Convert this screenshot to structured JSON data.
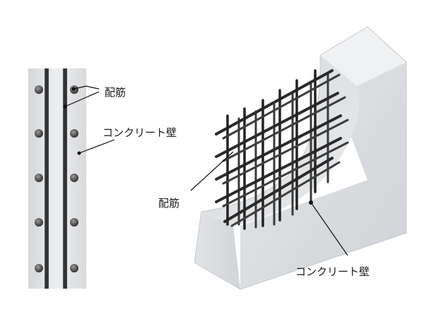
{
  "labels": {
    "rebar": "配筋",
    "concrete_wall": "コンクリート壁"
  },
  "colors": {
    "background": "#ffffff",
    "concrete_light": "#e9ebed",
    "concrete_mid": "#d8dadd",
    "concrete_dark": "#b9bdc2",
    "rebar": "#2b2b2b",
    "leader_line": "#111111",
    "text": "#1a1a1a"
  },
  "icons": {
    "rebar_section": "rebar-cross-section-dot",
    "leader_dot": "leader-end-dot"
  }
}
